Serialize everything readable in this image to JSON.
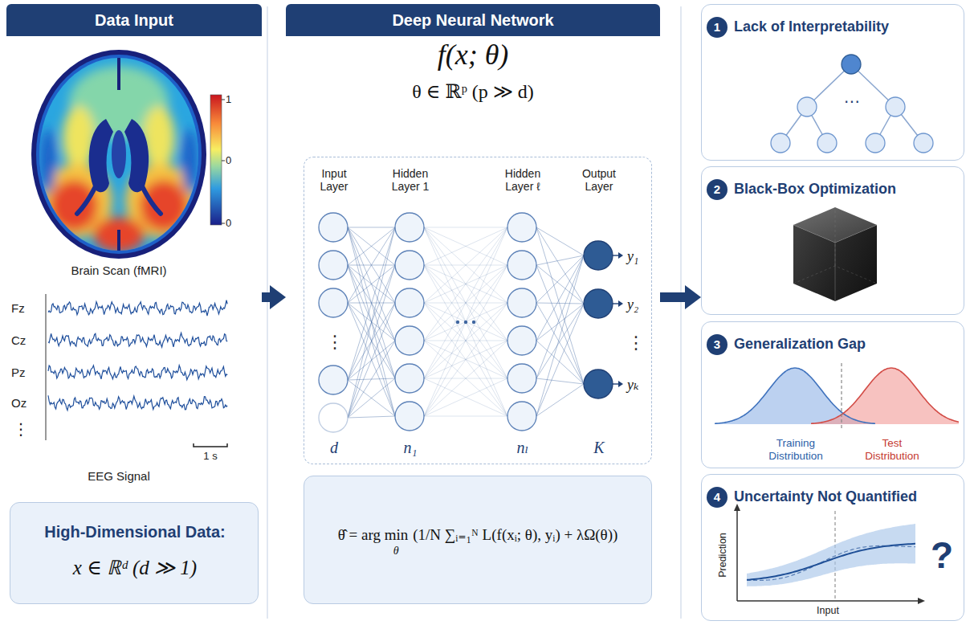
{
  "diagram": {
    "nodes": [
      {
        "text": [
          "Data Input"
        ]
      },
      {
        "text": [
          "High-Dimensional Data:",
          "x ∈ ℝᵈ (d ≫ 1)"
        ],
        "in": 0
      },
      {
        "text": [
          "Deep Neural Network"
        ]
      },
      {
        "text": [
          "Input Layer",
          "Hidden Layer 1",
          "Hidden Layer ℓ",
          "Output Layer",
          "⋮",
          "y₁",
          "y₂",
          "⋮",
          "yₖ",
          "d",
          "n₁",
          "nₗ",
          "K"
        ],
        "in": 2
      },
      {
        "text": [
          "θ̂ = arg min",
          "θ",
          "(1/N ∑ᵢ₌₁ᴺ L(f(xᵢ; θ), yᵢ) + λΩ(θ))"
        ],
        "in": 2
      },
      {
        "text": [
          "Lack of Interpretability",
          "⋯"
        ]
      },
      {
        "text": [
          "1"
        ],
        "in": 5
      },
      {
        "text": [
          "Black-Box Optimization"
        ]
      },
      {
        "text": [
          "2"
        ],
        "in": 7
      },
      {
        "text": [
          "Generalization Gap",
          "Training Distribution",
          "Test Distribution"
        ]
      },
      {
        "text": [
          "3"
        ],
        "in": 9
      },
      {
        "text": [
          "Uncertainty Not Quantified",
          "Prediction",
          "Input",
          "?"
        ]
      },
      {
        "text": [
          "4"
        ],
        "in": 11
      }
    ],
    "edges": [
      {
        "from": 0,
        "to": 2,
        "arrow": "to"
      },
      {
        "from": 2,
        "to": 7,
        "arrow": "to"
      }
    ],
    "labels": [
      "1",
      "0",
      "0",
      "Brain Scan (fMRI)",
      "Fz",
      "Cz",
      "Pz",
      "Oz",
      "⋮",
      "1 s",
      "EEG Signal",
      "f(x; θ)",
      "θ ∈ ℝᵖ (p ≫ d)"
    ]
  }
}
